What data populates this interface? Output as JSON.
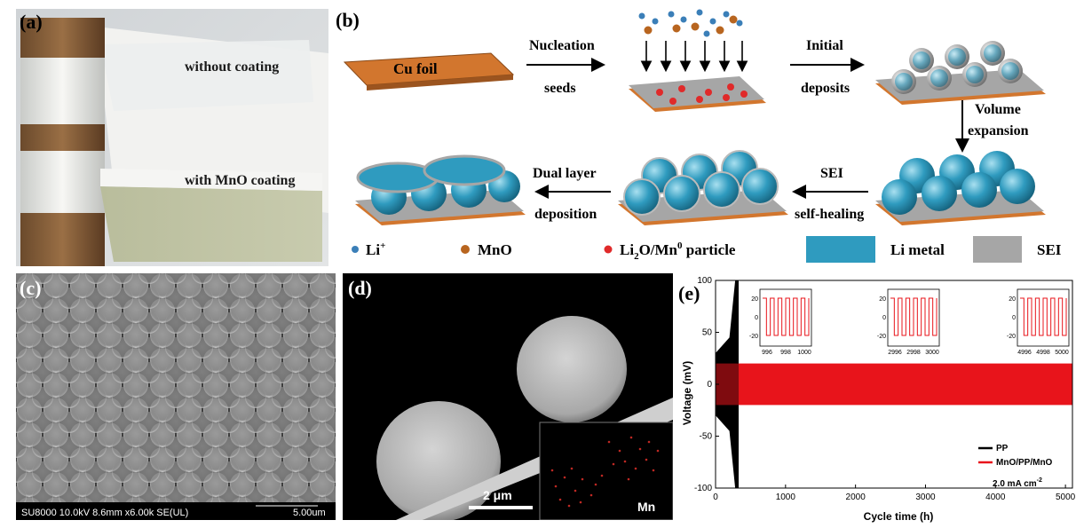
{
  "panels": {
    "a": {
      "label": "(a)",
      "without_coating": "without coating",
      "with_coating": "with MnO coating"
    },
    "b": {
      "label": "(b)",
      "cu_foil": "Cu foil",
      "nucleation": "Nucleation",
      "seeds": "seeds",
      "initial": "Initial",
      "deposits": "deposits",
      "volume": "Volume",
      "expansion": "expansion",
      "sei": "SEI",
      "self_healing": "self-healing",
      "dual_layer": "Dual layer",
      "deposition": "deposition",
      "legend": {
        "li": "Li",
        "li_sup": "+",
        "mno": "MnO",
        "li2o_a": "Li",
        "li2o_sub": "2",
        "li2o_b": "O/Mn",
        "li2o_sup": "0",
        "li2o_c": " particle",
        "li_metal": "Li metal",
        "sei": "SEI"
      },
      "colors": {
        "cu": "#d2762e",
        "li_metal": "#2f9bbf",
        "sei": "#a6a6a6",
        "li_ion": "#3b7fb8",
        "mno": "#b8651f",
        "particle": "#e02a2a"
      }
    },
    "c": {
      "label": "(c)",
      "info": "SU8000 10.0kV 8.6mm x6.00k SE(UL)",
      "scale": "5.00um"
    },
    "d": {
      "label": "(d)",
      "scale": "2 μm",
      "element": "Mn"
    },
    "e": {
      "label": "(e)",
      "xlabel": "Cycle time (h)",
      "ylabel": "Voltage (mV)",
      "legend_pp": "PP",
      "legend_mno": "MnO/PP/MnO",
      "current": "2.0 mA cm",
      "current_sup": "-2"
    }
  },
  "chart_data": {
    "type": "line",
    "xlim": [
      0,
      5100
    ],
    "ylim": [
      -100,
      100
    ],
    "xticks": [
      0,
      1000,
      2000,
      3000,
      4000,
      5000
    ],
    "yticks": [
      -100,
      -50,
      0,
      50,
      100
    ],
    "series": [
      {
        "name": "PP",
        "color": "#000000",
        "x_end": 330,
        "amplitude_start": 30,
        "amplitude_end": 100
      },
      {
        "name": "MnO/PP/MnO",
        "color": "#e8141b",
        "x_end": 5100,
        "amplitude": 20
      }
    ],
    "insets": [
      {
        "xticks": [
          "996",
          "998",
          "1000"
        ],
        "yticks": [
          "20",
          "0",
          "-20"
        ]
      },
      {
        "xticks": [
          "2996",
          "2998",
          "3000"
        ],
        "yticks": [
          "20",
          "0",
          "-20"
        ]
      },
      {
        "xticks": [
          "4996",
          "4998",
          "5000"
        ],
        "yticks": [
          "20",
          "0",
          "-20"
        ]
      }
    ]
  }
}
